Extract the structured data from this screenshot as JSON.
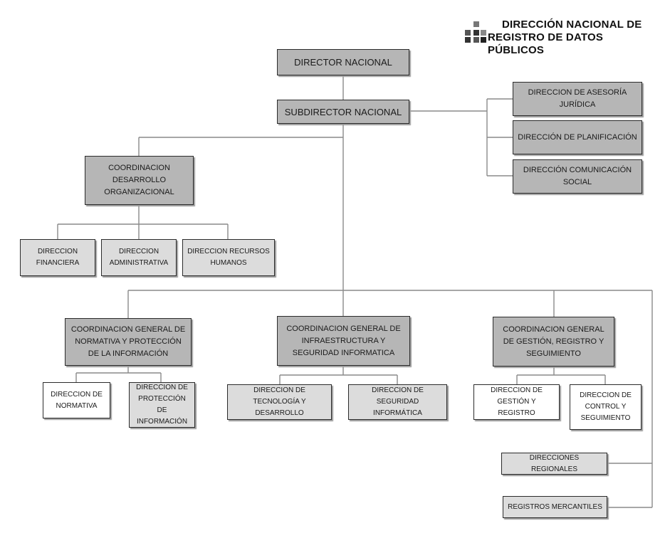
{
  "header": {
    "logo_line1": "DIRECCIÓN NACIONAL DE",
    "logo_line2": "REGISTRO DE DATOS PÚBLICOS"
  },
  "org": {
    "director": "DIRECTOR NACIONAL",
    "subdirector": "SUBDIRECTOR NACIONAL",
    "asesoria": "DIRECCION DE ASESORÍA JURÍDICA",
    "planificacion": "DIRECCIÓN DE PLANIFICACIÓN",
    "comunicacion": "DIRECCIÓN COMUNICACIÓN SOCIAL",
    "coord_desarrollo": "COORDINACION DESARROLLO ORGANIZACIONAL",
    "financiera": "DIRECCION FINANCIERA",
    "administrativa": "DIRECCION ADMINISTRATIVA",
    "recursos": "DIRECCION RECURSOS HUMANOS",
    "coord_normativa": "COORDINACION GENERAL DE NORMATIVA Y PROTECCIÓN DE LA INFORMACIÓN",
    "normativa": "DIRECCION DE NORMATIVA",
    "proteccion": "DIRECCION DE PROTECCIÓN DE INFORMACIÓN",
    "coord_infra": "COORDINACION GENERAL DE INFRAESTRUCTURA Y SEGURIDAD INFORMATICA",
    "tecnologia": "DIRECCION DE TECNOLOGÍA Y DESARROLLO",
    "seguridad": "DIRECCION DE SEGURIDAD INFORMÁTICA",
    "coord_gestion": "COORDINACION GENERAL DE GESTIÓN, REGISTRO Y SEGUIMIENTO",
    "gestion": "DIRECCION DE GESTIÓN Y REGISTRO",
    "control": "DIRECCION DE CONTROL Y SEGUIMIENTO",
    "regionales": "DIRECCIONES REGIONALES",
    "mercantiles": "REGISTROS MERCANTILES"
  }
}
